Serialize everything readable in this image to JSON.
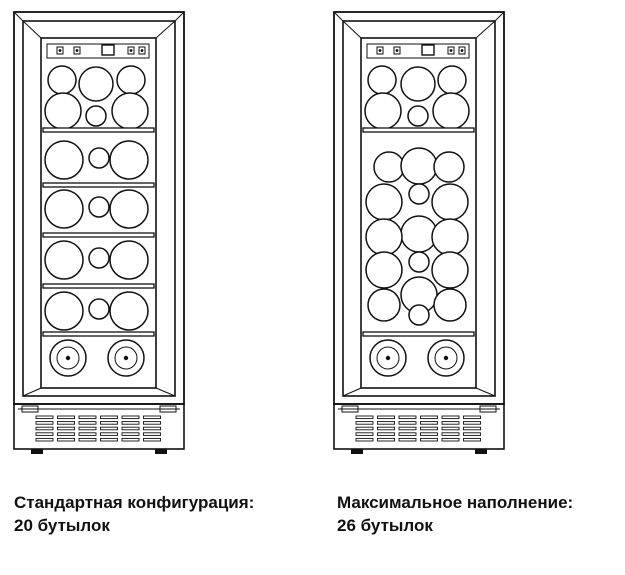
{
  "captions": {
    "left": {
      "line1": "Стандартная конфигурация:",
      "line2": "20 бутылок"
    },
    "right": {
      "line1": "Максимальное наполнение:",
      "line2": "26 бутылок"
    }
  },
  "configurations": [
    {
      "name": "standard",
      "bottles": 20
    },
    {
      "name": "maximum",
      "bottles": 26
    }
  ]
}
